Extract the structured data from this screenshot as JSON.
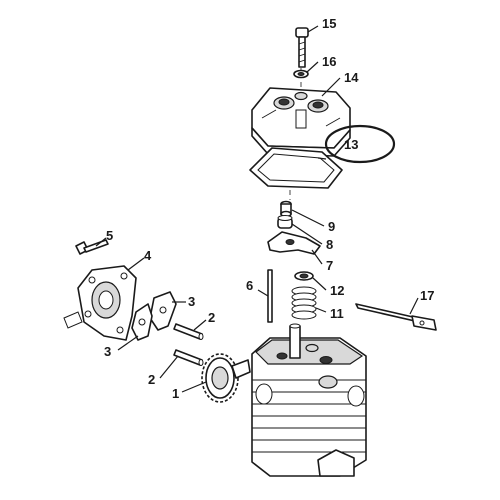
{
  "diagram": {
    "callouts": {
      "c1": "1",
      "c2a": "2",
      "c2b": "2",
      "c3a": "3",
      "c3b": "3",
      "c4": "4",
      "c5": "5",
      "c6": "6",
      "c7": "7",
      "c8": "8",
      "c9": "9",
      "c11": "11",
      "c12": "12",
      "c13": "13",
      "c14": "14",
      "c15": "15",
      "c16": "16",
      "c17": "17"
    },
    "highlighted_part": "13"
  }
}
